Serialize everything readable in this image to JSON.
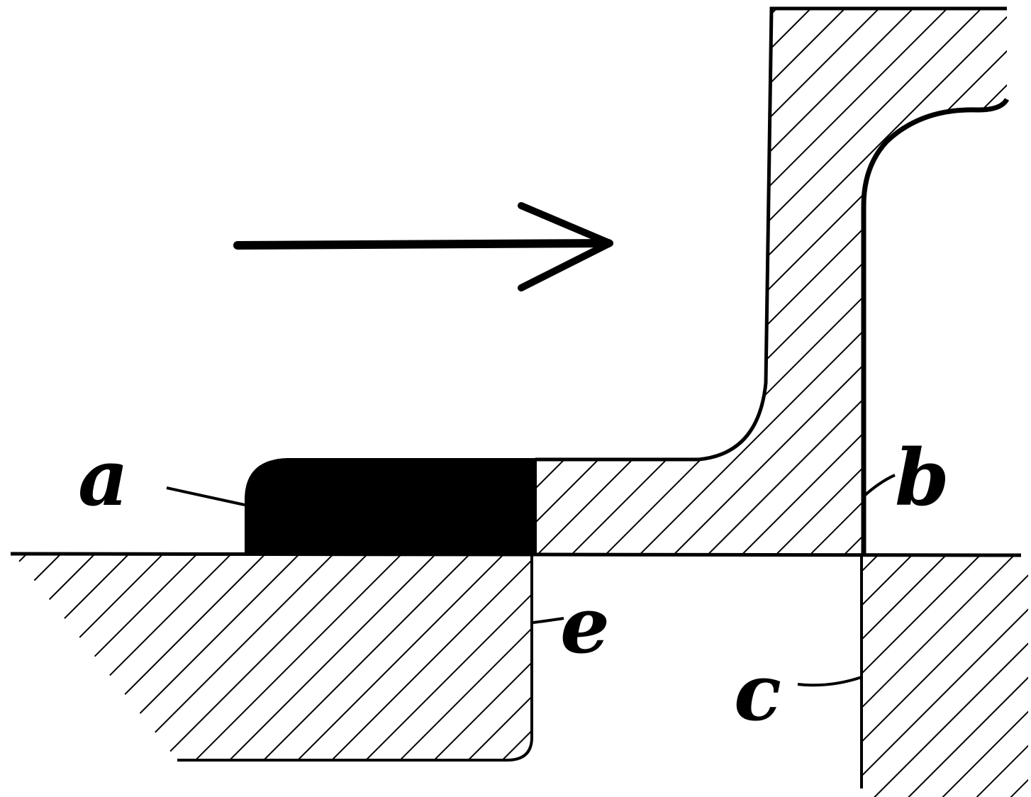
{
  "labels": {
    "a": "a",
    "b": "b",
    "c": "c",
    "e": "e"
  },
  "colors": {
    "ink": "#000000",
    "paper": "#ffffff"
  },
  "arrow": {
    "direction": "right"
  }
}
